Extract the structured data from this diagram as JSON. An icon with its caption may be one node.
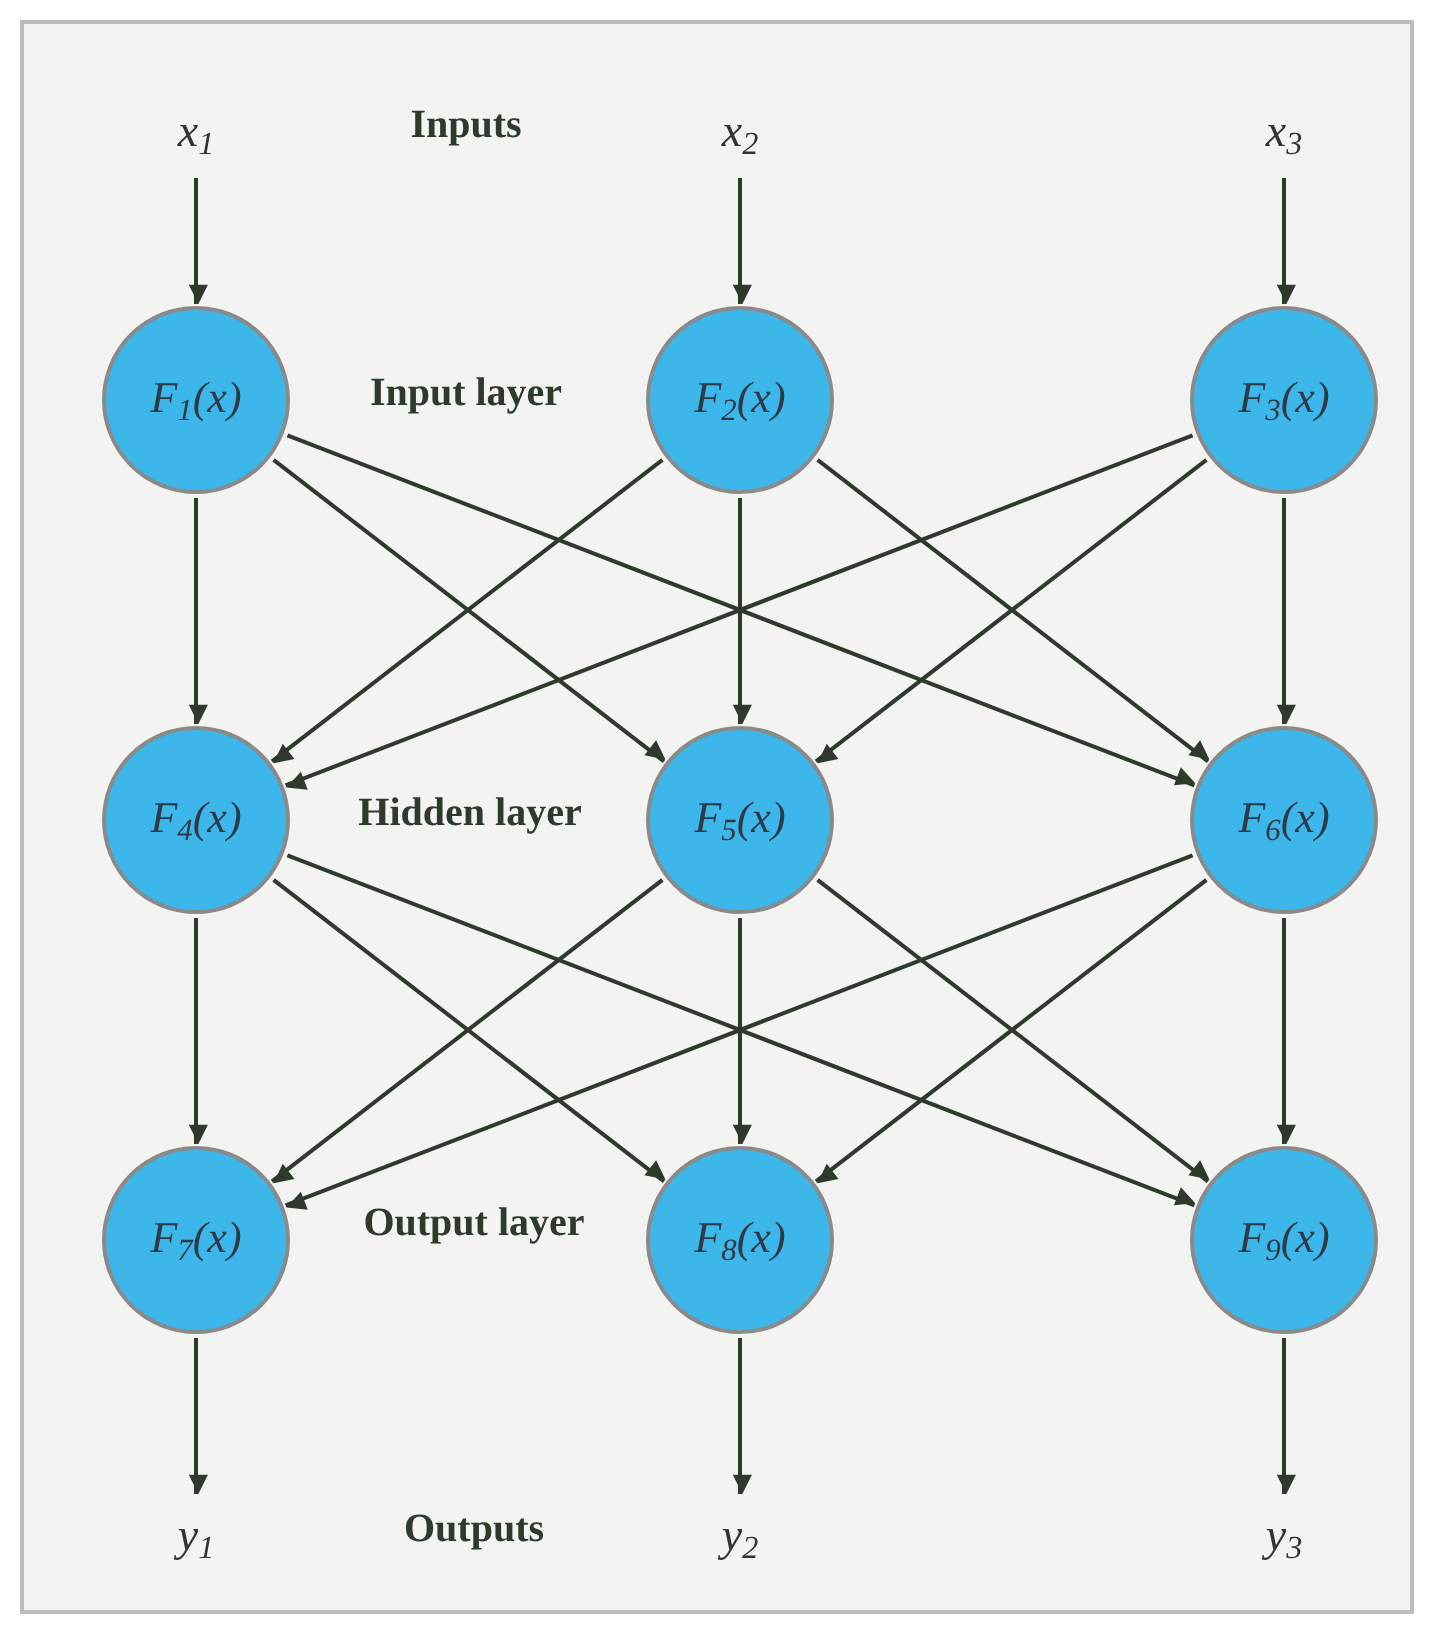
{
  "diagram": {
    "nodes": [
      {
        "text": [
          "x$_{1}$"
        ]
      },
      {
        "text": [
          "x$_{2}$"
        ]
      },
      {
        "text": [
          "x$_{3}$"
        ]
      },
      {
        "text": [
          "F$_{1}$(x)"
        ]
      },
      {
        "text": [
          "F$_{2}$(x)"
        ]
      },
      {
        "text": [
          "F$_{3}$(x)"
        ]
      },
      {
        "text": [
          "F$_{4}$(x)"
        ]
      },
      {
        "text": [
          "F$_{5}$(x)"
        ]
      },
      {
        "text": [
          "F$_{6}$(x)"
        ]
      },
      {
        "text": [
          "F$_{7}$(x)"
        ]
      },
      {
        "text": [
          "F$_{8}$(x)"
        ]
      },
      {
        "text": [
          "F$_{9}$(x)"
        ]
      },
      {
        "text": [
          "y$_{1}$"
        ]
      },
      {
        "text": [
          "y$_{2}$"
        ]
      },
      {
        "text": [
          "y$_{3}$"
        ]
      }
    ],
    "edges": [
      {
        "from": 0,
        "to": 3,
        "arrow": "to"
      },
      {
        "from": 1,
        "to": 4,
        "arrow": "to"
      },
      {
        "from": 2,
        "to": 5,
        "arrow": "to"
      },
      {
        "from": 3,
        "to": 6,
        "arrow": "to"
      },
      {
        "from": 3,
        "to": 7,
        "arrow": "to"
      },
      {
        "from": 3,
        "to": 8,
        "arrow": "to"
      },
      {
        "from": 4,
        "to": 6,
        "arrow": "to"
      },
      {
        "from": 4,
        "to": 7,
        "arrow": "to"
      },
      {
        "from": 4,
        "to": 8,
        "arrow": "to"
      },
      {
        "from": 5,
        "to": 6,
        "arrow": "to"
      },
      {
        "from": 5,
        "to": 7,
        "arrow": "to"
      },
      {
        "from": 5,
        "to": 8,
        "arrow": "to"
      },
      {
        "from": 6,
        "to": 9,
        "arrow": "to"
      },
      {
        "from": 6,
        "to": 10,
        "arrow": "to"
      },
      {
        "from": 6,
        "to": 11,
        "arrow": "to"
      },
      {
        "from": 7,
        "to": 9,
        "arrow": "to"
      },
      {
        "from": 7,
        "to": 10,
        "arrow": "to"
      },
      {
        "from": 7,
        "to": 11,
        "arrow": "to"
      },
      {
        "from": 8,
        "to": 9,
        "arrow": "to"
      },
      {
        "from": 8,
        "to": 10,
        "arrow": "to"
      },
      {
        "from": 8,
        "to": 11,
        "arrow": "to"
      },
      {
        "from": 9,
        "to": 12,
        "arrow": "to"
      },
      {
        "from": 10,
        "to": 13,
        "arrow": "to"
      },
      {
        "from": 11,
        "to": 14,
        "arrow": "to"
      }
    ],
    "labels": [
      "Inputs",
      "Input layer",
      "Hidden layer",
      "Output layer",
      "Outputs"
    ]
  }
}
